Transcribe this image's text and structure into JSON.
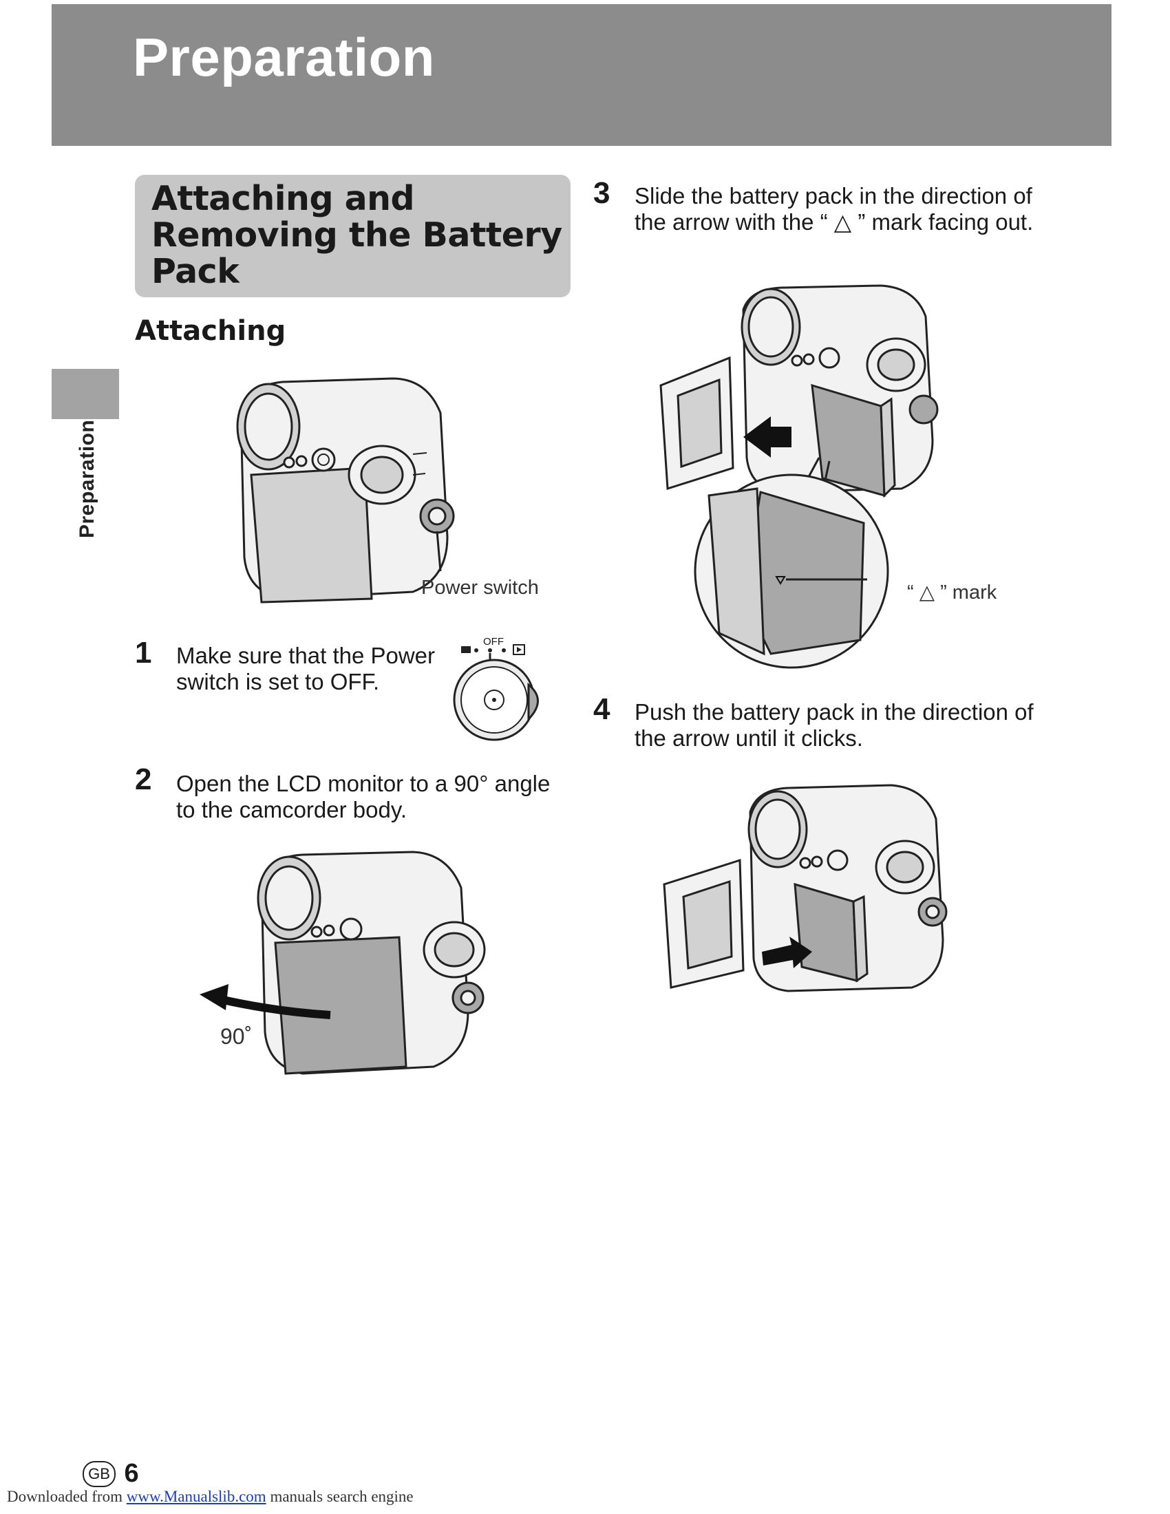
{
  "header": {
    "title": "Preparation"
  },
  "side_tab": {
    "label": "Preparation"
  },
  "section": {
    "title": "Attaching and Removing the Battery Pack",
    "subheading": "Attaching"
  },
  "figures": {
    "power_switch_label": "Power switch",
    "dial_off_label": "OFF",
    "angle_label": "90˚",
    "mark_label": "“ △ ” mark"
  },
  "steps": [
    {
      "number": "1",
      "text": "Make sure that the Power switch is set to OFF."
    },
    {
      "number": "2",
      "text": "Open the LCD monitor to a 90° angle to the camcorder body."
    },
    {
      "number": "3",
      "text": "Slide the battery pack in the direction of the arrow with the “ △ ” mark facing out."
    },
    {
      "number": "4",
      "text": "Push the battery pack in the direction of the arrow until it clicks."
    }
  ],
  "footer": {
    "region_badge": "GB",
    "page_number": "6",
    "credit_prefix": "Downloaded from",
    "credit_link": "www.Manualslib.com",
    "credit_suffix": "manuals search engine"
  }
}
